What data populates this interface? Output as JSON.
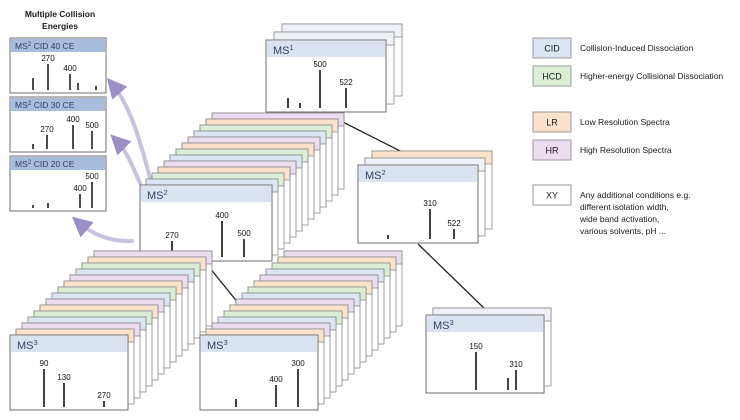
{
  "title": {
    "line1": "Multiple Collision",
    "line2": "Energies"
  },
  "colors": {
    "ms_header": "#dbe3f0",
    "cid_header": "#a8bcdc",
    "cid": "#dce6f2",
    "hcd": "#dcefd6",
    "lr": "#fbe3cb",
    "hr": "#ecdcf0",
    "xy": "#ffffff",
    "arrow": "#9b8fc6"
  },
  "spectra": [
    {
      "id": "ms1",
      "ms": "MS",
      "order": "1",
      "peaks": [
        {
          "label": "500"
        },
        {
          "label": "522"
        }
      ]
    },
    {
      "id": "ms2-left",
      "ms": "MS",
      "order": "2",
      "peaks": [
        {
          "label": "270"
        },
        {
          "label": "400"
        },
        {
          "label": "500"
        }
      ]
    },
    {
      "id": "ms2-right",
      "ms": "MS",
      "order": "2",
      "peaks": [
        {
          "label": "310"
        },
        {
          "label": "522"
        }
      ]
    },
    {
      "id": "ms3-a",
      "ms": "MS",
      "order": "3",
      "peaks": [
        {
          "label": "90"
        },
        {
          "label": "130"
        },
        {
          "label": "270"
        }
      ]
    },
    {
      "id": "ms3-b",
      "ms": "MS",
      "order": "3",
      "peaks": [
        {
          "label": "300"
        },
        {
          "label": "400"
        }
      ]
    },
    {
      "id": "ms3-c",
      "ms": "MS",
      "order": "3",
      "peaks": [
        {
          "label": "150"
        },
        {
          "label": "310"
        }
      ]
    }
  ],
  "collision_spectra": [
    {
      "id": "ce40",
      "ms": "MS",
      "order": "2",
      "rest": "CID  40 CE",
      "peaks": [
        {
          "label": "270"
        },
        {
          "label": "400"
        }
      ]
    },
    {
      "id": "ce30",
      "ms": "MS",
      "order": "2",
      "rest": "CID  30 CE",
      "peaks": [
        {
          "label": "270"
        },
        {
          "label": "400"
        },
        {
          "label": "500"
        }
      ]
    },
    {
      "id": "ce20",
      "ms": "MS",
      "order": "2",
      "rest": "CID  20 CE",
      "peaks": [
        {
          "label": "400"
        },
        {
          "label": "500"
        }
      ]
    }
  ],
  "legend": [
    {
      "code": "CID",
      "desc": [
        "Collision-Induced Dissociation"
      ]
    },
    {
      "code": "HCD",
      "desc": [
        "Higher-energy Collisional Dissociation"
      ]
    },
    {
      "code": "LR",
      "desc": [
        "Low Resolution Spectra"
      ]
    },
    {
      "code": "HR",
      "desc": [
        "High Resolution Spectra"
      ]
    },
    {
      "code": "XY",
      "desc": [
        "Any additional conditions e.g.",
        "different isolation width,",
        "wide band activation,",
        "various solvents, pH ..."
      ]
    }
  ]
}
